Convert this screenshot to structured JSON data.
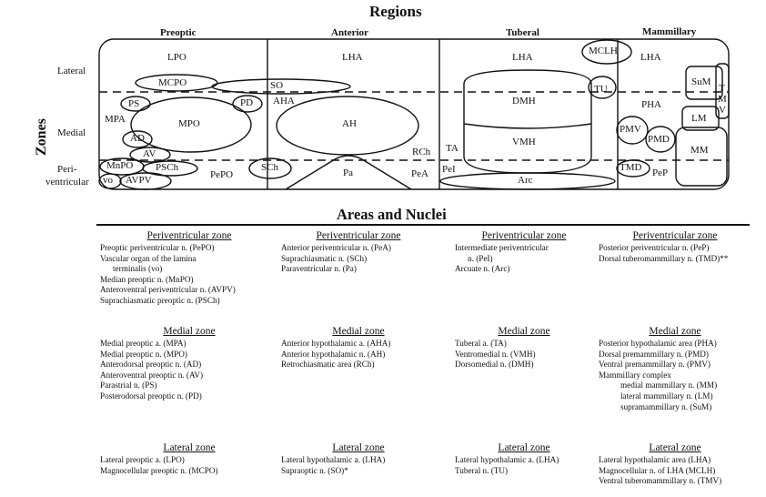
{
  "diagram": {
    "title": "Regions",
    "region_headers": [
      "Preoptic",
      "Anterior",
      "Tuberal",
      "Mammillary"
    ],
    "zones_label": "Zones",
    "zone_row_labels": {
      "lateral": "Lateral",
      "medial": "Medial",
      "peri1": "Peri-",
      "peri2": "ventricular"
    },
    "nuclei": {
      "LPO": "LPO",
      "MCPO": "MCPO",
      "SO": "SO",
      "PS": "PS",
      "PD": "PD",
      "MPA": "MPA",
      "MPO": "MPO",
      "AD": "AD",
      "AV": "AV",
      "MnPO": "MnPO",
      "PSCh": "PSCh",
      "vo": "vo",
      "AVPV": "AVPV",
      "PePO": "PePO",
      "LHA_ant": "LHA",
      "AHA": "AHA",
      "AH": "AH",
      "RCh": "RCh",
      "SCh": "SCh",
      "Pa": "Pa",
      "PeA": "PeA",
      "LHA_tub": "LHA",
      "DMH": "DMH",
      "VMH": "VMH",
      "TA": "TA",
      "PeI": "PeI",
      "Arc": "Arc",
      "MCLH": "MCLH",
      "LHA_mam": "LHA",
      "TU": "TU",
      "SuM": "SuM",
      "T": "T",
      "M": "M",
      "V": "V",
      "PHA": "PHA",
      "LM": "LM",
      "PMV": "PMV",
      "PMD": "PMD",
      "MM": "MM",
      "TMD": "TMD",
      "PeP": "PeP"
    }
  },
  "areas": {
    "title": "Areas and Nuclei",
    "columns": [
      {
        "peri": {
          "title": "Periventricular zone",
          "items": [
            "Preoptic periventricular n. (PePO)",
            "Vascular organ of the lamina",
            "terminalis (vo)",
            "Median preoptic n. (MnPO)",
            "Anteroventral periventricular n. (AVPV)",
            "Suprachiasmatic preoptic n. (PSCh)"
          ]
        },
        "medial": {
          "title": "Medial zone",
          "items": [
            "Medial preoptic a. (MPA)",
            "Medial preoptic n. (MPO)",
            "Anterodorsal preoptic n. (AD)",
            "Anteroventral preoptic n. (AV)",
            "Parastrial n. (PS)",
            "Posterodorsal preoptic n. (PD)"
          ]
        },
        "lateral": {
          "title": "Lateral zone",
          "items": [
            "Lateral preoptic a. (LPO)",
            "Magnocellular preoptic n. (MCPO)"
          ]
        }
      },
      {
        "peri": {
          "title": "Periventricular zone",
          "items": [
            "Anterior periventricular n. (PeA)",
            "Suprachiasmatic n. (SCh)",
            "Paraventricular n. (Pa)"
          ]
        },
        "medial": {
          "title": "Medial zone",
          "items": [
            "Anterior hypothalamic a. (AHA)",
            "Anterior hypothalamic n. (AH)",
            "Retrochiasmatic area (RCh)"
          ]
        },
        "lateral": {
          "title": "Lateral zone",
          "items": [
            "Lateral hypothalamic a. (LHA)",
            "Supraoptic n. (SO)*"
          ]
        }
      },
      {
        "peri": {
          "title": "Periventricular zone",
          "items": [
            "Intermediate periventricular",
            "n. (PeI)",
            "Arcuate n. (Arc)"
          ]
        },
        "medial": {
          "title": "Medial zone",
          "items": [
            "Tuberal a. (TA)",
            "Ventromedial n. (VMH)",
            "Dorsomedial n. (DMH)"
          ]
        },
        "lateral": {
          "title": "Lateral zone",
          "items": [
            "Lateral hypothalamic a. (LHA)",
            "Tuberal n. (TU)"
          ]
        }
      },
      {
        "peri": {
          "title": "Periventricular zone",
          "items": [
            "Posterior periventricular n. (PeP)",
            "Dorsal tuberomammillary n. (TMD)**"
          ]
        },
        "medial": {
          "title": "Medial zone",
          "items": [
            "Posterior hypothalamic area (PHA)",
            "Dorsal premammillary n. (PMD)",
            "Ventral premammillary n. (PMV)",
            "Mammillary complex",
            "medial mammillary n. (MM)",
            "lateral mammillary n. (LM)",
            "supramammillary n. (SuM)"
          ]
        },
        "lateral": {
          "title": "Lateral zone",
          "items": [
            "Lateral hypothalamic area (LHA)",
            "Magnocellular n. of LHA (MCLH)",
            "Ventral tuberomammillary n. (TMV)"
          ]
        }
      }
    ]
  }
}
